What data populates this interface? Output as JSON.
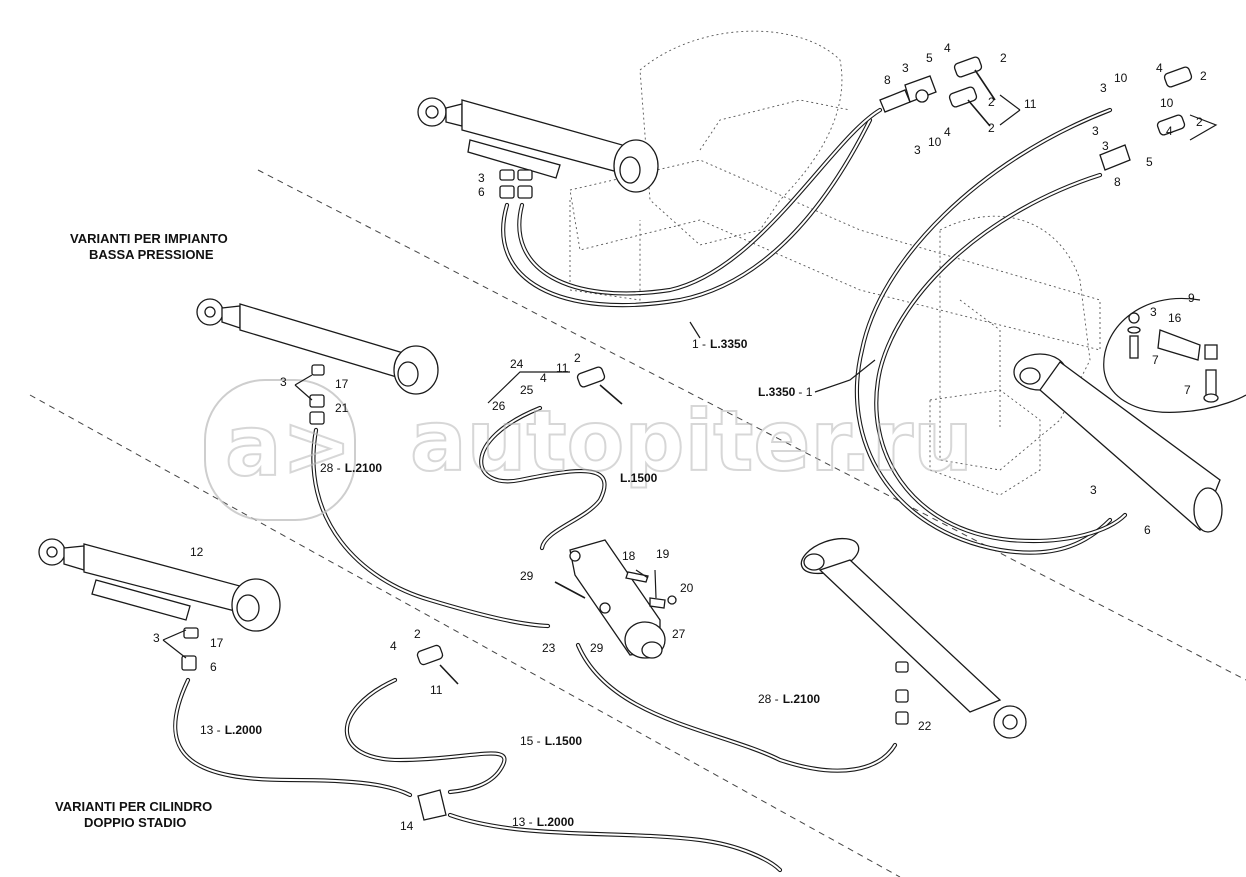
{
  "headings": {
    "low_pressure_line1": "VARIANTI PER IMPIANTO",
    "low_pressure_line2": "BASSA PRESSIONE",
    "double_stage_line1": "VARIANTI PER CILINDRO",
    "double_stage_line2": "DOPPIO STADIO"
  },
  "watermark": "autopiter.ru",
  "callouts": {
    "c1": "2",
    "c2": "5",
    "c3": "4",
    "c4": "3",
    "c5": "8",
    "c6": "2",
    "c7": "11",
    "c8": "2",
    "c9": "4",
    "c10": "3",
    "c11": "10",
    "c12": "10",
    "c13": "4",
    "c14": "3",
    "c15": "2",
    "c16": "3",
    "c17": "2",
    "c18": "3",
    "c19": "10",
    "c20": "4",
    "c21": "5",
    "c22": "8",
    "c23": "3",
    "c24": "6",
    "c25": "9",
    "c26": "3",
    "c27": "16",
    "c28": "7",
    "c29": "7",
    "c30": "3",
    "c31": "6",
    "c32": "3",
    "c33": "17",
    "c34": "21",
    "c35": "24",
    "c36": "2",
    "c37": "11",
    "c38": "4",
    "c39": "25",
    "c40": "26",
    "c41": "18",
    "c42": "19",
    "c43": "20",
    "c44": "29",
    "c45": "27",
    "c46": "23",
    "c47": "29",
    "c48": "12",
    "c49": "3",
    "c50": "17",
    "c51": "6",
    "c52": "2",
    "c53": "4",
    "c54": "11",
    "c55": "22",
    "c56": "14"
  },
  "hose_labels": {
    "h1_num": "1 -",
    "h1_len": "L.3350",
    "h2_len": "L.3350",
    "h2_num": "- 1",
    "h3_num": "28 -",
    "h3_len": "L.2100",
    "h4_len": "L.1500",
    "h5_num": "28 -",
    "h5_len": "L.2100",
    "h6_num": "13 -",
    "h6_len": "L.2000",
    "h7_num": "15 -",
    "h7_len": "L.1500",
    "h8_num": "13 -",
    "h8_len": "L.2000"
  }
}
